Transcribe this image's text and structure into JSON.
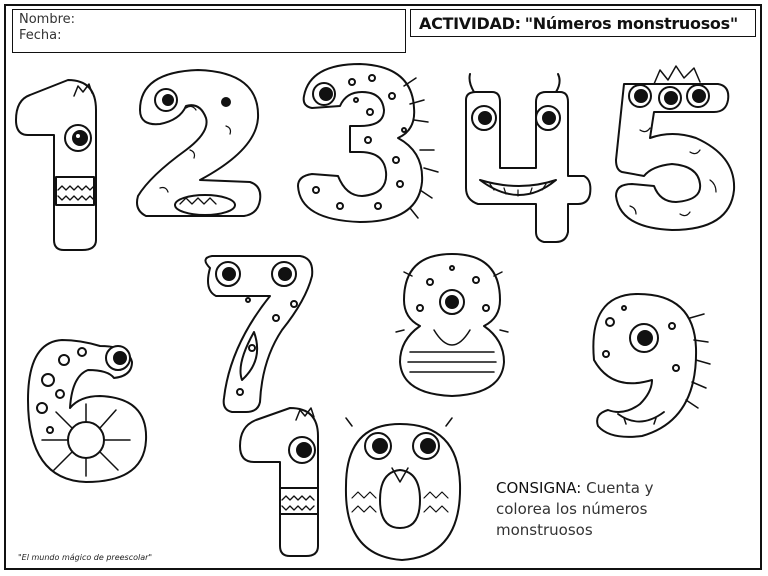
{
  "header": {
    "name_label": "Nombre:",
    "date_label": "Fecha:",
    "activity_label": "ACTIVIDAD:",
    "activity_title": "\"Números monstruosos\""
  },
  "numbers": [
    "1",
    "2",
    "3",
    "4",
    "5",
    "6",
    "7",
    "8",
    "9",
    "10"
  ],
  "instructions": {
    "label": "CONSIGNA:",
    "text": "Cuenta y colorea los números monstruosos"
  },
  "credit": "\"El mundo mágico de preescolar\""
}
